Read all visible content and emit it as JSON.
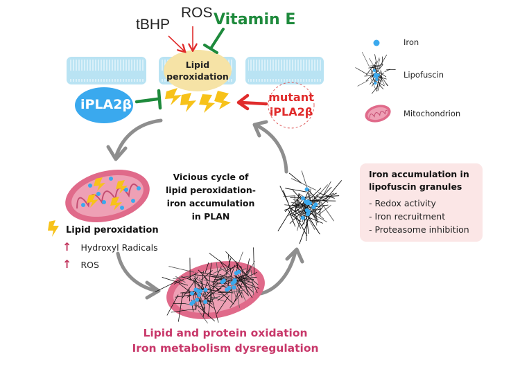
{
  "triggers": {
    "tbhp": "tBHP",
    "ros": "ROS",
    "vitamin_e": "Vitamin E"
  },
  "membrane": {
    "center_label_line1": "Lipid",
    "center_label_line2": "peroxidation"
  },
  "enzymes": {
    "ipla2b": "iPLA2β",
    "mutant_line1": "mutant",
    "mutant_line2": "iPLA2β"
  },
  "cycle_title": {
    "line1": "Vicious cycle of",
    "line2": "lipid peroxidation-",
    "line3": "iron accumulation",
    "line4": "in PLAN"
  },
  "mito_effects": {
    "lipid_peroxidation": "Lipid peroxidation",
    "items": [
      {
        "arrow": "↑",
        "label": "Hydroxyl Radicals"
      },
      {
        "arrow": "↑",
        "label": "ROS"
      }
    ]
  },
  "bottom_caption": {
    "line1": "Lipid and protein oxidation",
    "line2": "Iron metabolism dysregulation"
  },
  "legend": {
    "items": [
      {
        "icon": "iron-dot-icon",
        "label": "Iron"
      },
      {
        "icon": "lipofuscin-icon",
        "label": "Lipofuscin"
      },
      {
        "icon": "mitochondrion-icon",
        "label": "Mitochondrion"
      }
    ]
  },
  "infobox": {
    "title_line1": "Iron accumulation in",
    "title_line2": "lipofuscin granules",
    "items": [
      "- Redox activity",
      "- Iron recruitment",
      "- Proteasome inhibition"
    ]
  },
  "colors": {
    "membrane": "#b9e3f3",
    "ipla2b": "#3aa9ee",
    "inhibit_green": "#1e8a3c",
    "activate_red": "#e02b2b",
    "lipid_ellipse": "#f6e3a6",
    "bolt_yellow": "#f7c21a",
    "cycle_arrow": "#8e8e8e",
    "mito_pink": "#e06a8a",
    "caption_pink": "#c8386a",
    "infobox_bg": "#fbe6e6"
  }
}
